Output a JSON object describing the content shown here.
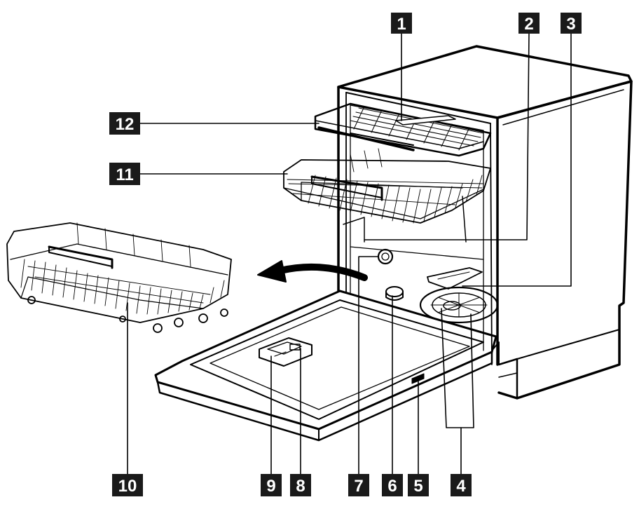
{
  "callouts": [
    {
      "id": "c1",
      "label": "1"
    },
    {
      "id": "c2",
      "label": "2"
    },
    {
      "id": "c3",
      "label": "3"
    },
    {
      "id": "c4",
      "label": "4"
    },
    {
      "id": "c5",
      "label": "5"
    },
    {
      "id": "c6",
      "label": "6"
    },
    {
      "id": "c7",
      "label": "7"
    },
    {
      "id": "c8",
      "label": "8"
    },
    {
      "id": "c9",
      "label": "9"
    },
    {
      "id": "c10",
      "label": "10"
    },
    {
      "id": "c11",
      "label": "11"
    },
    {
      "id": "c12",
      "label": "12"
    }
  ],
  "colors": {
    "line": "#000000",
    "callout_bg": "#1a1a1a",
    "callout_text": "#ffffff",
    "background": "#ffffff"
  }
}
